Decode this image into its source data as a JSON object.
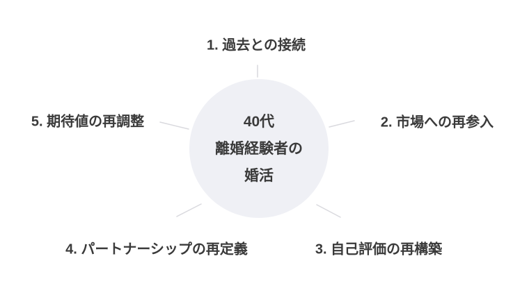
{
  "diagram": {
    "center": {
      "lines": [
        "40代",
        "離婚経験者の",
        "婚活"
      ]
    },
    "items": [
      {
        "id": 1,
        "label": "1. 過去との接続",
        "position": "top"
      },
      {
        "id": 2,
        "label": "2. 市場への再参入",
        "position": "right"
      },
      {
        "id": 3,
        "label": "3. 自己評価の再構築",
        "position": "bottom-right"
      },
      {
        "id": 4,
        "label": "4. パートナーシップの再定義",
        "position": "bottom-left"
      },
      {
        "id": 5,
        "label": "5. 期待値の再調整",
        "position": "left"
      }
    ],
    "colors": {
      "background": "#ffffff",
      "circle_fill": "#eff0f5",
      "text": "#3a3a3a",
      "connector": "#d9d9de"
    }
  }
}
